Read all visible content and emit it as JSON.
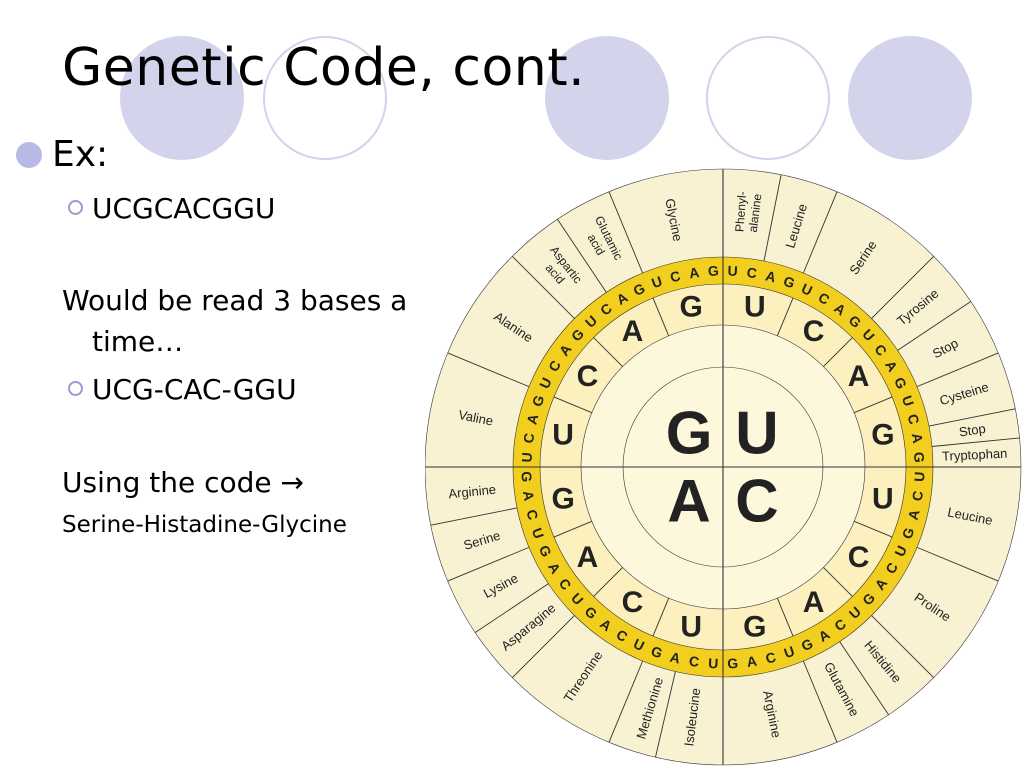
{
  "slide": {
    "title": "Genetic Code, cont.",
    "bullet_main": "Ex:",
    "sub1": "UCGCACGGU",
    "para1_line1": "Would be read 3 bases a",
    "para1_line2": "time…",
    "sub2": "UCG-CAC-GGU",
    "para2": "Using the code →",
    "result": "Serine-Histadine-Glycine"
  },
  "codon_wheel": {
    "first": [
      {
        "base": "U",
        "deg": 45
      },
      {
        "base": "C",
        "deg": 135
      },
      {
        "base": "A",
        "deg": 225
      },
      {
        "base": "G",
        "deg": 315
      }
    ],
    "second": [
      {
        "base": "U",
        "deg": 11.25
      },
      {
        "base": "C",
        "deg": 33.75
      },
      {
        "base": "A",
        "deg": 56.25
      },
      {
        "base": "G",
        "deg": 78.75
      },
      {
        "base": "U",
        "deg": 101.25
      },
      {
        "base": "C",
        "deg": 123.75
      },
      {
        "base": "A",
        "deg": 146.25
      },
      {
        "base": "G",
        "deg": 168.75
      },
      {
        "base": "U",
        "deg": 191.25
      },
      {
        "base": "C",
        "deg": 213.75
      },
      {
        "base": "A",
        "deg": 236.25
      },
      {
        "base": "G",
        "deg": 258.75
      },
      {
        "base": "U",
        "deg": 281.25
      },
      {
        "base": "C",
        "deg": 303.75
      },
      {
        "base": "A",
        "deg": 326.25
      },
      {
        "base": "G",
        "deg": 348.75
      }
    ],
    "third_pattern": [
      "U",
      "C",
      "A",
      "G"
    ],
    "amino_acids": [
      {
        "name": "Phenyl-",
        "name2": "alanine",
        "deg": 5.6
      },
      {
        "name": "Leucine",
        "deg": 16.9
      },
      {
        "name": "Serine",
        "deg": 33.75
      },
      {
        "name": "Tyrosine",
        "deg": 50.6
      },
      {
        "name": "Stop",
        "deg": 61.9
      },
      {
        "name": "Cysteine",
        "deg": 73.1
      },
      {
        "name": "Stop",
        "deg": 81.6
      },
      {
        "name": "Tryptophan",
        "deg": 87.2
      },
      {
        "name": "Leucine",
        "deg": 101.25
      },
      {
        "name": "Proline",
        "deg": 123.75
      },
      {
        "name": "Histidine",
        "deg": 140.6
      },
      {
        "name": "Glutamine",
        "deg": 151.9
      },
      {
        "name": "Arginine",
        "deg": 168.75
      },
      {
        "name": "Isoleucine",
        "deg": 187
      },
      {
        "name": "Methionine",
        "deg": 196.9
      },
      {
        "name": "Threonine",
        "deg": 213.75
      },
      {
        "name": "Asparagine",
        "deg": 230.6
      },
      {
        "name": "Lysine",
        "deg": 241.9
      },
      {
        "name": "Serine",
        "deg": 253.1
      },
      {
        "name": "Arginine",
        "deg": 264.4
      },
      {
        "name": "Valine",
        "deg": 281.25
      },
      {
        "name": "Alanine",
        "deg": 303.75
      },
      {
        "name": "Aspartic",
        "name2": "acid",
        "deg": 320.6
      },
      {
        "name": "Glutamic",
        "name2": "acid",
        "deg": 331.9
      },
      {
        "name": "Glycine",
        "deg": 348.75
      }
    ],
    "colors": {
      "outer": "#f8f2d2",
      "band": "#f2cf1e",
      "inner_ring": "#fbf0be",
      "core": "#fdf7dc",
      "line": "#333333"
    }
  }
}
